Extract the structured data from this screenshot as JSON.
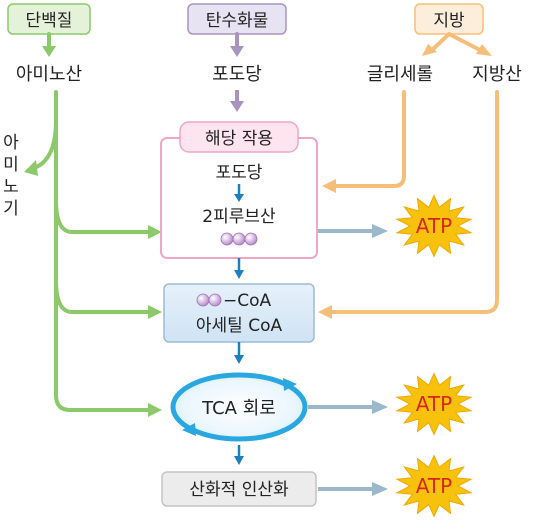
{
  "sources": {
    "protein": "단백질",
    "carbohydrate": "탄수화물",
    "fat": "지방"
  },
  "derived": {
    "amino_acid": "아미노산",
    "glucose": "포도당",
    "glycerol": "글리세롤",
    "fatty_acid": "지방산"
  },
  "side_label_chars": [
    "아",
    "미",
    "노",
    "기"
  ],
  "glycolysis": {
    "title": "해당 작용",
    "glucose": "포도당",
    "pyruvate": "2피루브산"
  },
  "acetyl": {
    "line1": "−CoA",
    "line2": "아세틸 CoA"
  },
  "tca": {
    "label": "TCA 회로"
  },
  "oxphos": {
    "label": "산화적 인산화"
  },
  "atp": [
    "ATP",
    "ATP",
    "ATP"
  ],
  "colors": {
    "protein_arrow": "#8cc96a",
    "carb_arrow": "#a993bf",
    "fat_arrow": "#f5bf7a",
    "main_arrow": "#1e7fc0",
    "atp_arrow": "#9ab8c8",
    "atp_burst": "#f8c20c",
    "atp_text": "#d9261c"
  }
}
